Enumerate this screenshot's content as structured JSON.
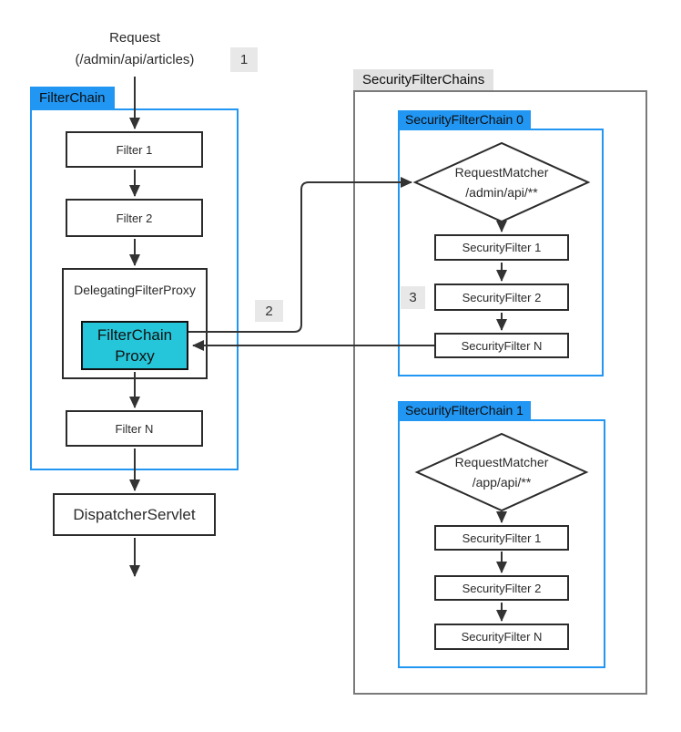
{
  "colors": {
    "accent_blue": "#2196f3",
    "proxy_teal": "#26c6da",
    "badge_bg": "#e8e8e8",
    "outer_container_gray": "#7a7a7a",
    "arrow": "#333333"
  },
  "request": {
    "title": "Request",
    "path": "(/admin/api/articles)"
  },
  "badges": {
    "step1": "1",
    "step2": "2",
    "step3": "3"
  },
  "filterchain": {
    "label": "FilterChain",
    "filter1": "Filter 1",
    "filter2": "Filter 2",
    "delegating_filter_proxy": "DelegatingFilterProxy",
    "proxy_line1": "FilterChain",
    "proxy_line2": "Proxy",
    "filter_n": "Filter N"
  },
  "dispatcher_servlet": "DispatcherServlet",
  "security": {
    "label": "SecurityFilterChains",
    "chains": [
      {
        "label": "SecurityFilterChain 0",
        "matcher_title": "RequestMatcher",
        "matcher_pattern": "/admin/api/**",
        "filters": [
          "SecurityFilter 1",
          "SecurityFilter 2",
          "SecurityFilter N"
        ]
      },
      {
        "label": "SecurityFilterChain 1",
        "matcher_title": "RequestMatcher",
        "matcher_pattern": "/app/api/**",
        "filters": [
          "SecurityFilter 1",
          "SecurityFilter 2",
          "SecurityFilter N"
        ]
      }
    ]
  }
}
